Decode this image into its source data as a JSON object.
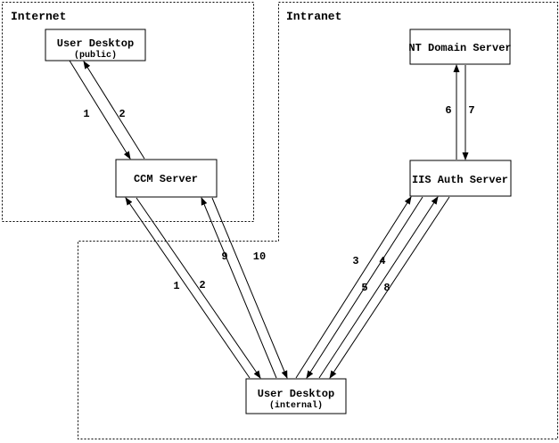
{
  "colors": {
    "background": "#ffffff",
    "line": "#000000",
    "text": "#000000"
  },
  "diagram": {
    "zones": [
      {
        "id": "internet",
        "label": "Internet"
      },
      {
        "id": "intranet",
        "label": "Intranet"
      }
    ],
    "nodes": [
      {
        "id": "user-desktop-public",
        "label": "User Desktop",
        "sublabel": "(public)",
        "zone": "internet"
      },
      {
        "id": "ccm-server",
        "label": "CCM Server",
        "sublabel": "",
        "zone": "internet"
      },
      {
        "id": "nt-domain-server",
        "label": "NT Domain Server",
        "sublabel": "",
        "zone": "intranet"
      },
      {
        "id": "iis-auth-server",
        "label": "IIS Auth Server",
        "sublabel": "",
        "zone": "intranet"
      },
      {
        "id": "user-desktop-internal",
        "label": "User Desktop",
        "sublabel": "(internal)",
        "zone": "intranet"
      }
    ],
    "edges": [
      {
        "label": "1",
        "from": "user-desktop-public",
        "to": "ccm-server"
      },
      {
        "label": "2",
        "from": "ccm-server",
        "to": "user-desktop-public"
      },
      {
        "label": "1",
        "from": "user-desktop-internal",
        "to": "ccm-server"
      },
      {
        "label": "2",
        "from": "ccm-server",
        "to": "user-desktop-internal"
      },
      {
        "label": "9",
        "from": "user-desktop-internal",
        "to": "ccm-server"
      },
      {
        "label": "10",
        "from": "ccm-server",
        "to": "user-desktop-internal"
      },
      {
        "label": "3",
        "from": "user-desktop-internal",
        "to": "iis-auth-server"
      },
      {
        "label": "4",
        "from": "iis-auth-server",
        "to": "user-desktop-internal"
      },
      {
        "label": "5",
        "from": "user-desktop-internal",
        "to": "iis-auth-server"
      },
      {
        "label": "8",
        "from": "iis-auth-server",
        "to": "user-desktop-internal"
      },
      {
        "label": "6",
        "from": "iis-auth-server",
        "to": "nt-domain-server"
      },
      {
        "label": "7",
        "from": "nt-domain-server",
        "to": "iis-auth-server"
      }
    ]
  }
}
